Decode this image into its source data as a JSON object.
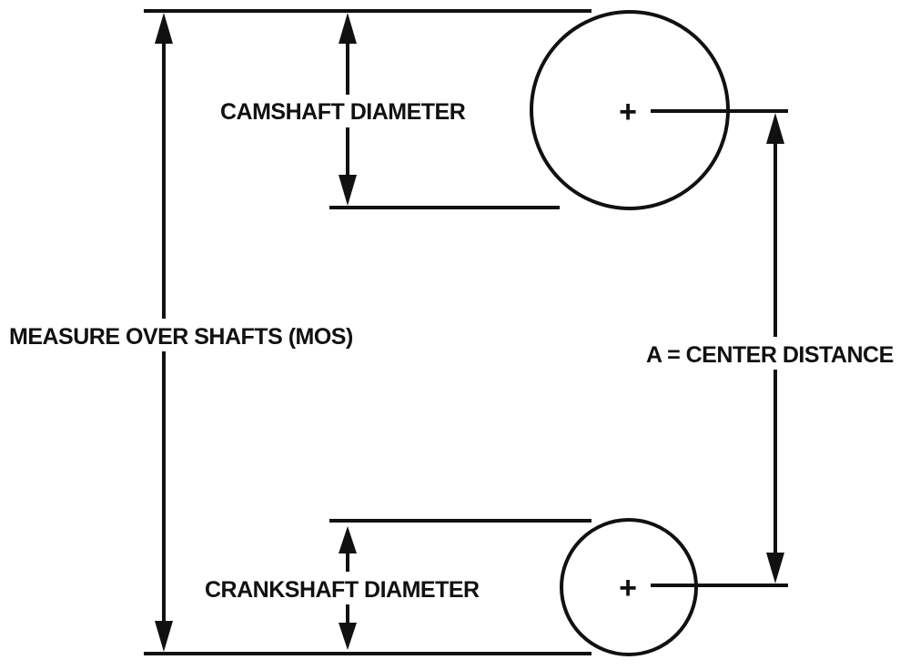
{
  "diagram": {
    "labels": {
      "camshaft": "CAMSHAFT DIAMETER",
      "mos": "MEASURE OVER SHAFTS (MOS)",
      "center": "A = CENTER DISTANCE",
      "crankshaft": "CRANKSHAFT DIAMETER"
    },
    "center_mark": "+"
  }
}
